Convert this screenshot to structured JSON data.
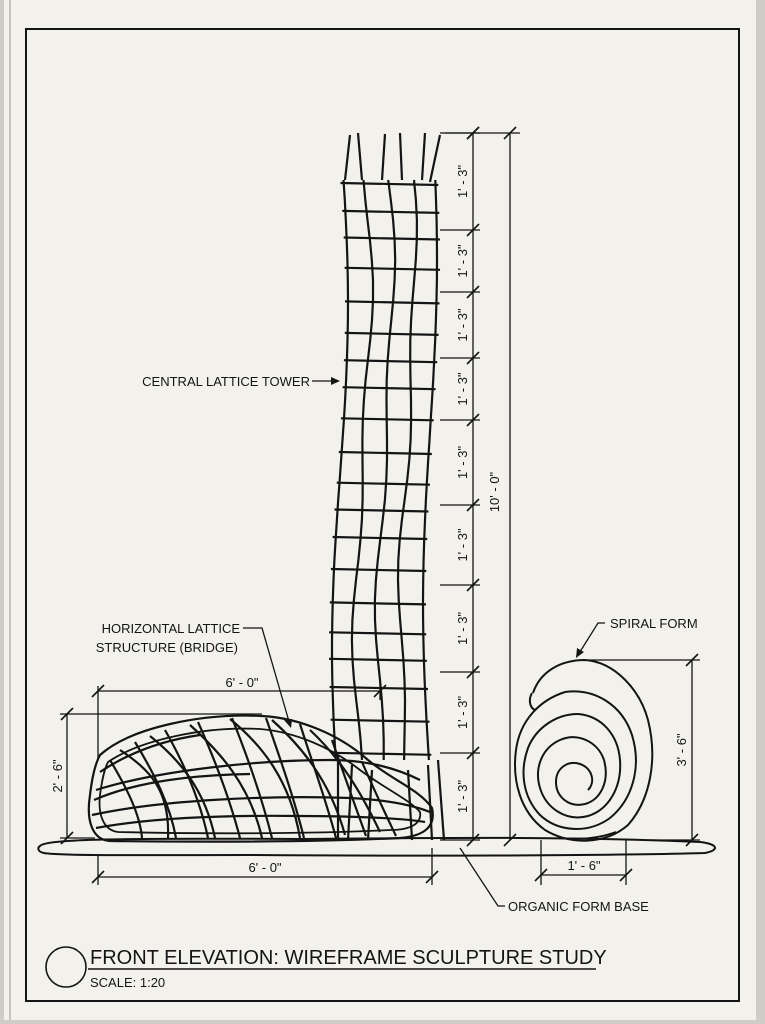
{
  "labels": {
    "tower": "CENTRAL LATTICE TOWER",
    "bridge_line1": "HORIZONTAL LATTICE",
    "bridge_line2": "STRUCTURE (BRIDGE)",
    "spiral": "SPIRAL FORM",
    "base": "ORGANIC FORM BASE"
  },
  "dimensions": {
    "tower_segment": "1' - 3\"",
    "tower_total": "10' - 0\"",
    "bridge_top_width": "6' - 0\"",
    "bridge_bottom_width": "6' - 0\"",
    "bridge_height": "2' - 6\"",
    "spiral_height": "3' - 6\"",
    "spiral_width": "1' - 6\""
  },
  "title_block": {
    "title": "FRONT ELEVATION: WIREFRAME SCULPTURE STUDY",
    "scale": "SCALE: 1:20"
  },
  "colors": {
    "paper": "#f2f1ec",
    "ink": "#141414"
  }
}
